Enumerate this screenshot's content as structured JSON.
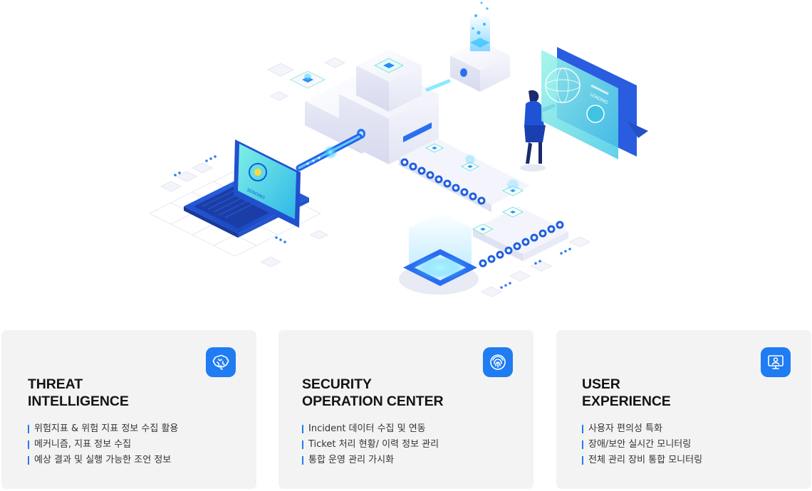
{
  "colors": {
    "accent": "#1f7cf2",
    "card_bg": "#f3f3f3",
    "title": "#141414",
    "text": "#333333"
  },
  "hero": {
    "laptop_screen_text": "SENDING",
    "tablet_screen_text": "LOADING"
  },
  "cards": [
    {
      "icon": "brain-icon",
      "title_line1": "THREAT",
      "title_line2": "INTELLIGENCE",
      "items": [
        "위험지표  & 위험 지표 정보 수집 활용",
        "메커니즘, 지표 정보 수집",
        "예상 결과 및 실행  가능한 조언 정보"
      ]
    },
    {
      "icon": "fingerprint-icon",
      "title_line1": "SECURITY",
      "title_line2": "OPERATION CENTER",
      "items": [
        "Incident  데이터 수집 및 연동",
        "Ticket  처리 현황/ 이력 정보 관리",
        "통합 운영 관리 가시화"
      ]
    },
    {
      "icon": "monitor-user-icon",
      "title_line1": "USER",
      "title_line2": "EXPERIENCE",
      "items": [
        "사용자 편의성 특화",
        "장애/보안 실시간 모니터링",
        "전체 관리 장비 통합 모니터링"
      ]
    }
  ]
}
